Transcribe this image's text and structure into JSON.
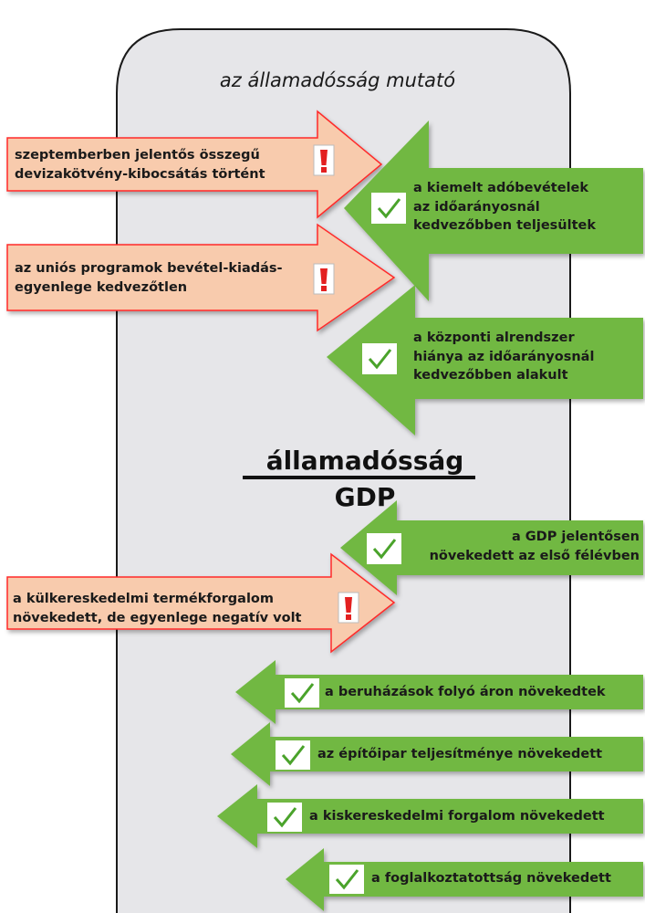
{
  "title": "az államadósság mutató",
  "fraction": {
    "numerator": "államadósság",
    "denominator": "GDP"
  },
  "negative_factors": {
    "f1": [
      "szeptemberben jelentős összegű",
      "devizakötvény-kibocsátás történt"
    ],
    "f2": [
      "az uniós programok bevétel-kiadás-",
      "egyenlege kedvezőtlen"
    ],
    "f3": [
      "a külkereskedelmi termékforgalom",
      "növekedett, de egyenlege negatív volt"
    ]
  },
  "positive_factors": {
    "p1": [
      "a kiemelt adóbevételek",
      "az időarányosnál",
      "kedvezőbben teljesültek"
    ],
    "p2": [
      "a központi alrendszer",
      "hiánya az időarányosnál",
      "kedvezőbben alakult"
    ],
    "p3": [
      "a GDP jelentősen",
      "növekedett az első félévben"
    ],
    "p4": [
      "a beruházások folyó áron növekedtek"
    ],
    "p5": [
      "az építőipar teljesítménye növekedett"
    ],
    "p6": [
      "a kiskereskedelmi forgalom növekedett"
    ],
    "p7": [
      "a foglalkoztatottság növekedett"
    ]
  },
  "icons": {
    "warning": "exclamation-icon",
    "check": "checkmark-icon"
  },
  "colors": {
    "panel": "#e6e6e9",
    "negative_fill": "#f8cbad",
    "negative_border": "#ff2b2b",
    "positive_fill": "#71b843",
    "check": "#4aa32b",
    "warning": "#e32020"
  }
}
